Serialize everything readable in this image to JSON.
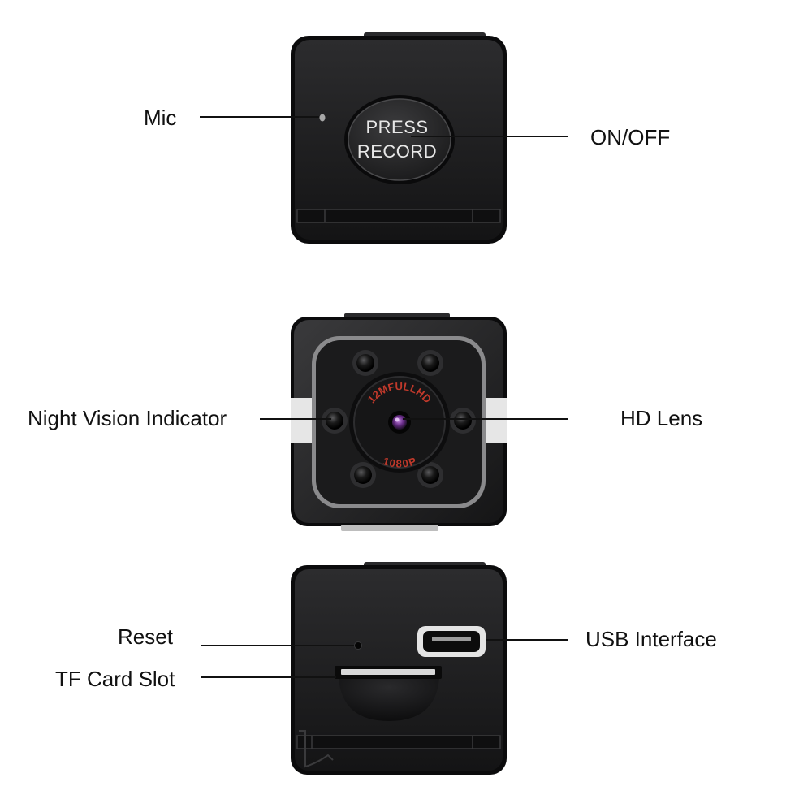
{
  "labels": {
    "mic": "Mic",
    "on_off": "ON/OFF",
    "night_vision_indicator": "Night Vision Indicator",
    "hd_lens": "HD Lens",
    "reset": "Reset",
    "tf_card_slot": "TF Card Slot",
    "usb_interface": "USB Interface"
  },
  "record_button": {
    "line1": "PRESS",
    "line2": "RECORD"
  },
  "lens_ring": {
    "text_top": "12MFULLHD",
    "text_bottom": "1080P"
  },
  "colors": {
    "body": "#1d1d1f",
    "body_edge": "#0b0b0c",
    "button": "#2b2b2d",
    "lens_ring_text": "#c0392b",
    "lens_core": "#6a2d8a",
    "silver_strip": "#e6e6e6"
  }
}
